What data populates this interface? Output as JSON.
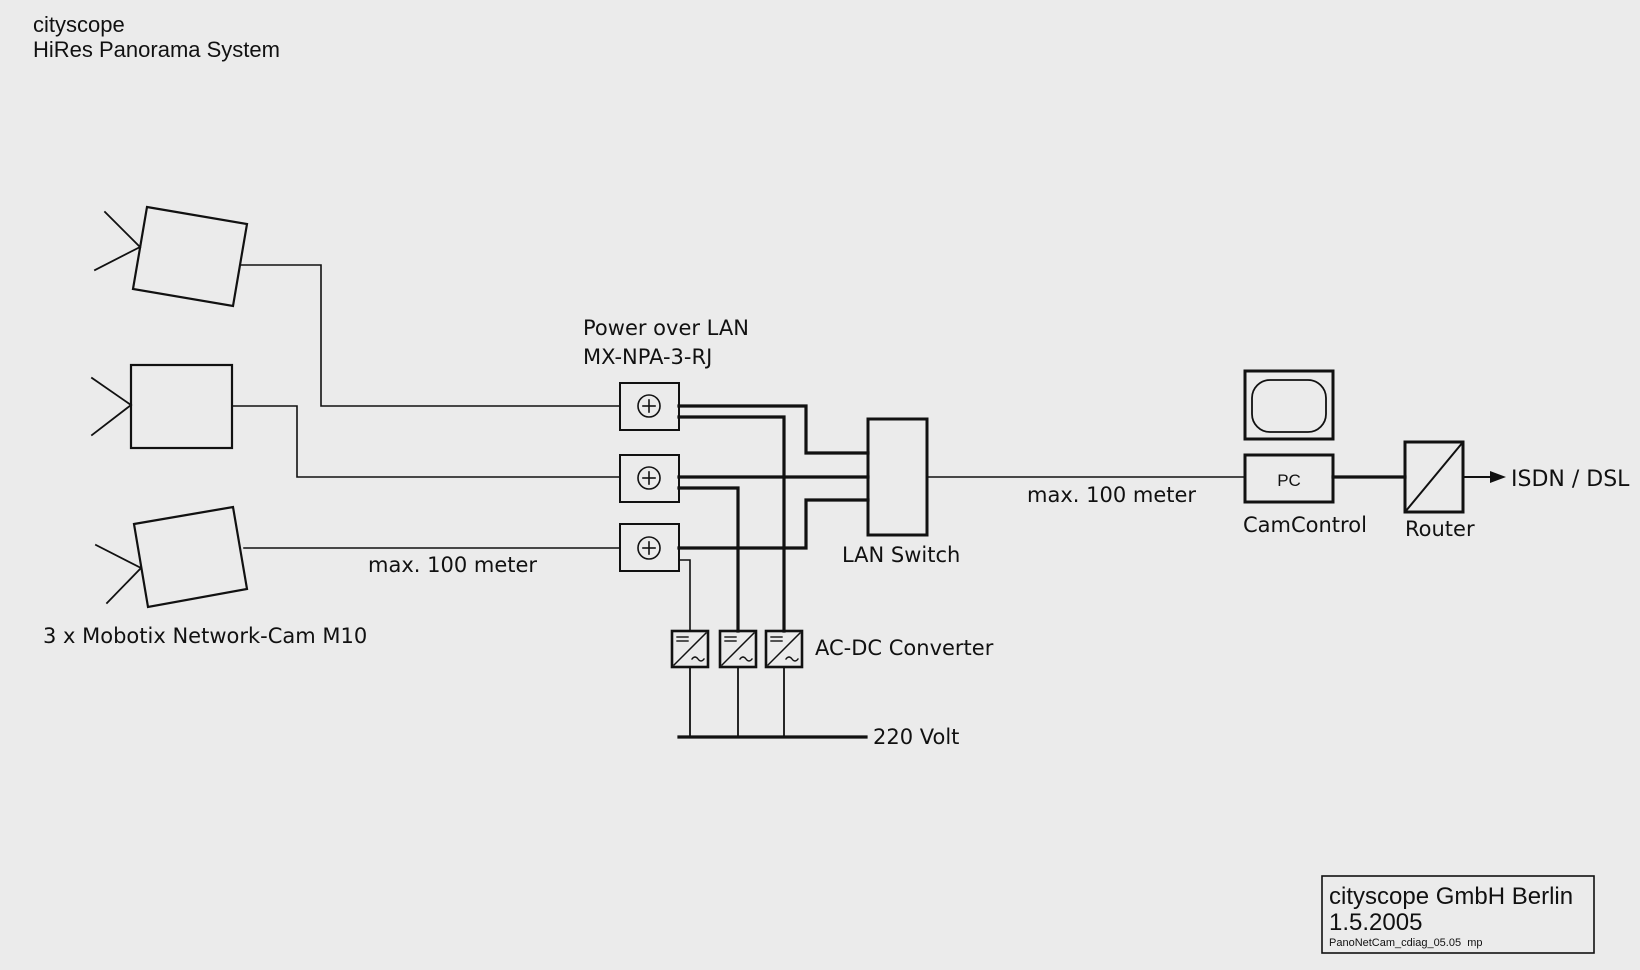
{
  "header": {
    "title": "cityscope",
    "subtitle": "HiRes Panorama System"
  },
  "labels": {
    "cameras": "3 x Mobotix Network-Cam M10",
    "cable_cam": "max. 100 meter",
    "power_title": "Power over LAN",
    "power_model": "MX-NPA-3-RJ",
    "switch": "LAN Switch",
    "cable_pc": "max. 100 meter",
    "pc": "PC",
    "pc_label": "CamControl",
    "router": "Router",
    "isdn": "ISDN / DSL",
    "converter": "AC-DC Converter",
    "mains": "220 Volt"
  },
  "footer": {
    "company": "cityscope GmbH Berlin",
    "date": "1.5.2005",
    "file": "PanoNetCam_cdiag_05.05  mp"
  },
  "colors": {
    "background": "#ebebeb",
    "ink": "#111111"
  }
}
